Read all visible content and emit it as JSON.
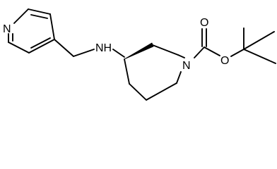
{
  "molecule": {
    "atom_labels": {
      "pyridine_n": "N",
      "amine_nh": "NH",
      "piperidine_n": "N",
      "carbonyl_o": "O",
      "ester_o": "O"
    },
    "colors": {
      "bond": "#000000",
      "label": "#000000",
      "background": "#ffffff"
    }
  }
}
